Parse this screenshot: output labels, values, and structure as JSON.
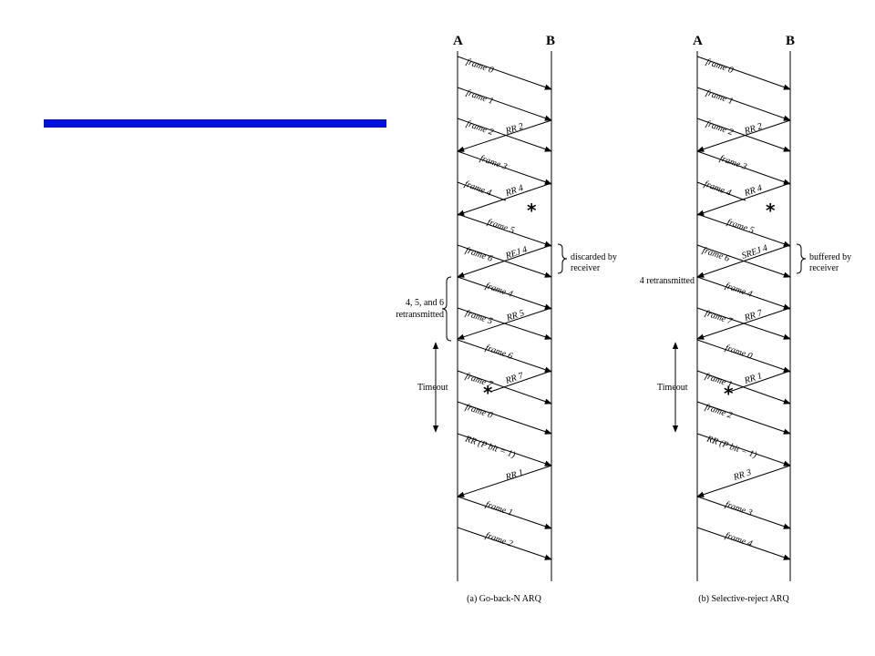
{
  "colors": {
    "accent_bar": "#0011dd",
    "ink": "#000000"
  },
  "labels": {
    "endpoint_a": "A",
    "endpoint_b": "B"
  },
  "diagrams": [
    {
      "id": "gbn",
      "caption": "(a) Go-back-N ARQ",
      "notes": {
        "discarded": [
          "discarded by",
          "receiver"
        ],
        "retransmitted": [
          "4, 5, and 6",
          "retransmitted"
        ],
        "timeout": "Timeout"
      },
      "messages": [
        {
          "label": "frame 0"
        },
        {
          "label": "frame 1"
        },
        {
          "label": "frame 2"
        },
        {
          "label": "RR 2"
        },
        {
          "label": "frame 3"
        },
        {
          "label": "frame 4"
        },
        {
          "label": "RR 4"
        },
        {
          "label": "frame 5"
        },
        {
          "label": "frame 6"
        },
        {
          "label": "REJ 4"
        },
        {
          "label": "frame 4"
        },
        {
          "label": "frame 5"
        },
        {
          "label": "RR 5"
        },
        {
          "label": "frame 6"
        },
        {
          "label": "frame 7"
        },
        {
          "label": "RR 7"
        },
        {
          "label": "frame 0"
        },
        {
          "label": "RR (P bit = 1)"
        },
        {
          "label": "RR 1"
        },
        {
          "label": "frame 1"
        },
        {
          "label": "frame 2"
        }
      ],
      "lost_marker": "*"
    },
    {
      "id": "sr",
      "caption": "(b) Selective-reject ARQ",
      "notes": {
        "buffered": [
          "buffered by",
          "receiver"
        ],
        "retransmitted": "4 retransmitted",
        "timeout": "Timeout"
      },
      "messages": [
        {
          "label": "frame 0"
        },
        {
          "label": "frame 1"
        },
        {
          "label": "frame 2"
        },
        {
          "label": "RR 2"
        },
        {
          "label": "frame 3"
        },
        {
          "label": "frame 4"
        },
        {
          "label": "RR 4"
        },
        {
          "label": "frame 5"
        },
        {
          "label": "frame 6"
        },
        {
          "label": "SREJ 4"
        },
        {
          "label": "frame 4"
        },
        {
          "label": "frame 7"
        },
        {
          "label": "RR 7"
        },
        {
          "label": "frame 0"
        },
        {
          "label": "frame 1"
        },
        {
          "label": "RR 1"
        },
        {
          "label": "frame 2"
        },
        {
          "label": "RR (P bit = 1)"
        },
        {
          "label": "RR 3"
        },
        {
          "label": "frame 3"
        },
        {
          "label": "frame 4"
        }
      ],
      "lost_marker": "*"
    }
  ]
}
